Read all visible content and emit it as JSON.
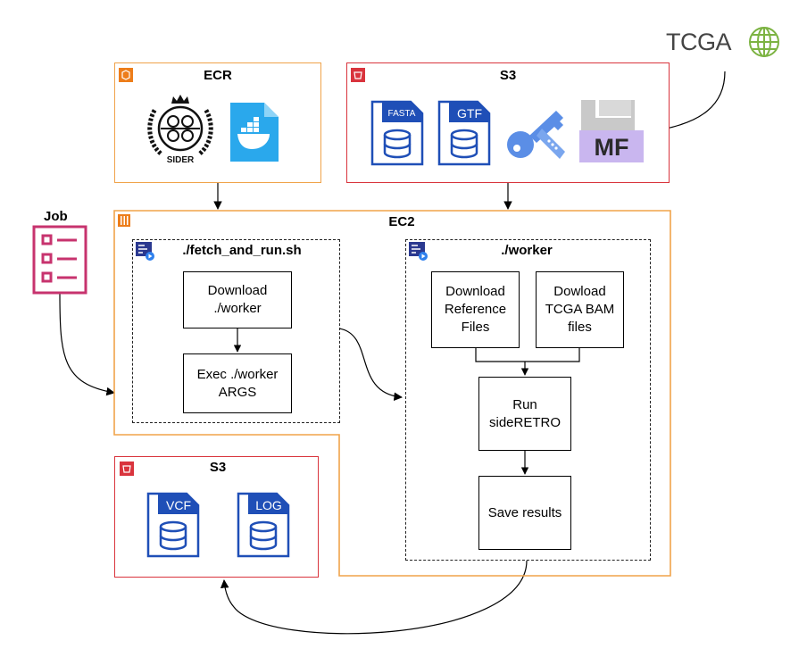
{
  "ecr": {
    "title": "ECR",
    "sider_logo_text": "SIDER",
    "color": "#f0a34a"
  },
  "s3_refs": {
    "title": "S3",
    "fasta_label": "FASTA",
    "gtf_label": "GTF",
    "mf_label": "MF",
    "color": "#d9343d"
  },
  "tcga": {
    "label": "TCGA",
    "color": "#7cb342"
  },
  "job": {
    "label": "Job",
    "color": "#c7336e"
  },
  "ec2": {
    "title": "EC2",
    "color": "#f0a34a",
    "fetch": {
      "title": "./fetch_and_run.sh",
      "download_worker": "Download\n./worker",
      "exec_worker": "Exec ./worker\nARGS"
    },
    "worker": {
      "title": "./worker",
      "download_refs": "Download\nReference\nFiles",
      "download_bam": "Dowload\nTCGA BAM\nfiles",
      "run_sideretro": "Run\nsideRETRO",
      "save_results": "Save results"
    }
  },
  "s3_results": {
    "title": "S3",
    "vcf_label": "VCF",
    "log_label": "LOG",
    "color": "#d9343d"
  },
  "colors": {
    "db_blue": "#1f4fb7",
    "key_blue": "#5b8ee6",
    "mf_purple": "#c9b6ef"
  }
}
